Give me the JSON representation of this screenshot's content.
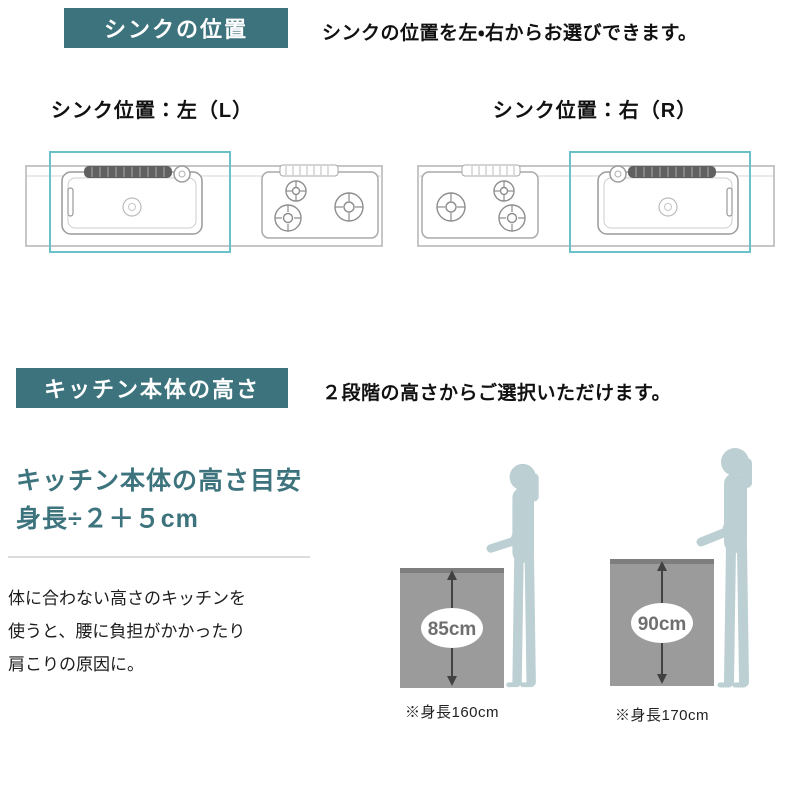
{
  "section_sink": {
    "badge": "シンクの位置",
    "description": "シンクの位置を左・右からお選びできます。",
    "left_label": "シンク位置：左（L）",
    "right_label": "シンク位置：右（R）"
  },
  "section_height": {
    "badge": "キッチン本体の高さ",
    "description": "２段階の高さからご選択いただけます。",
    "guide_title_line1": "キッチン本体の高さ目安",
    "guide_title_line2": "身長÷２＋５cm",
    "body_text": "体に合わない高さのキッチンを\n使うと、腰に負担がかかったり\n肩こりの原因に。",
    "diagrams": [
      {
        "height_label": "85cm",
        "note": "※身長160cm"
      },
      {
        "height_label": "90cm",
        "note": "※身長170cm"
      }
    ]
  },
  "colors": {
    "accent_teal": "#3d737d",
    "highlight_teal": "#6ac1ca",
    "silhouette": "#bccfd2",
    "counter_gray": "#9b9b9b"
  }
}
